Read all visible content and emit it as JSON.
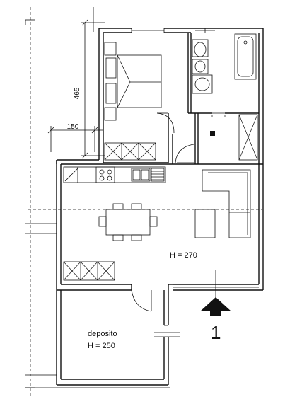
{
  "dimensions": {
    "vertical": "465",
    "horizontal": "150"
  },
  "rooms": {
    "main_height": "H = 270",
    "deposit_name": "deposito",
    "deposit_height": "H = 250"
  },
  "entrance": {
    "number": "1"
  },
  "colors": {
    "line": "#111111",
    "background": "#ffffff"
  }
}
